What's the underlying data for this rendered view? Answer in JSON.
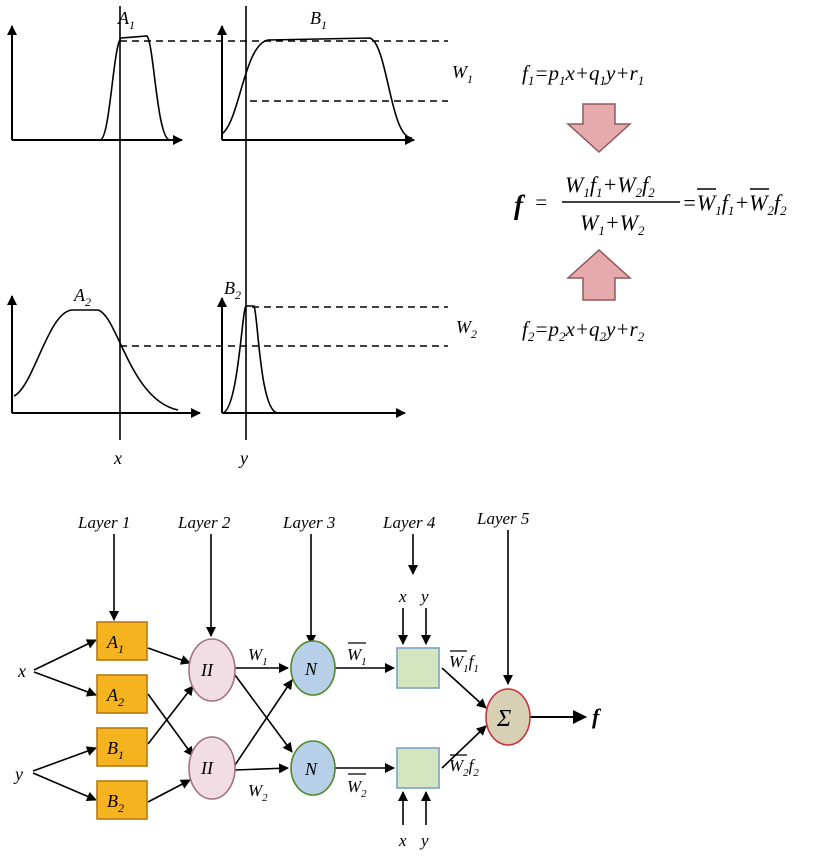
{
  "membership": {
    "a1_label": "A",
    "a1_sub": "1",
    "b1_label": "B",
    "b1_sub": "1",
    "a2_label": "A",
    "a2_sub": "2",
    "b2_label": "B",
    "b2_sub": "2",
    "w1_label": "W",
    "w1_sub": "1",
    "w2_label": "W",
    "w2_sub": "2",
    "x_label": "x",
    "y_label": "y"
  },
  "equations": {
    "f1": {
      "f": "f",
      "s1": "1",
      "eq": "=p",
      "s2": "1",
      "x": "x+q",
      "s3": "1",
      "y": "y+r",
      "s4": "1"
    },
    "f2": {
      "f": "f",
      "s1": "2",
      "eq": "=p",
      "s2": "2",
      "x": "x+q",
      "s3": "2",
      "y": "y+r",
      "s4": "2"
    },
    "combined": {
      "lhs": "f",
      "equals": "=",
      "num_w": "W",
      "num_s1": "1",
      "num_f": "f",
      "num_s2": "1",
      "num_plus": "+W",
      "num_s3": "2",
      "num_f2": "f",
      "num_s4": "2",
      "den_w": "W",
      "den_s1": "1",
      "den_plus": "+W",
      "den_s2": "2",
      "rhs_eq": "=",
      "rhs_w1": "W",
      "rhs_s1": "1",
      "rhs_f1": "f",
      "rhs_s2": "1",
      "rhs_plus": "+",
      "rhs_w2": "W",
      "rhs_s3": "2",
      "rhs_f2": "f",
      "rhs_s4": "2"
    },
    "arrow_color": "#e6aaac",
    "arrow_stroke": "#8e5a5c"
  },
  "network": {
    "layers": [
      "Layer 1",
      "Layer 2",
      "Layer 3",
      "Layer 4",
      "Layer 5"
    ],
    "inputs": {
      "x": "x",
      "y": "y"
    },
    "layer1_nodes": [
      {
        "name": "A",
        "sub": "1"
      },
      {
        "name": "A",
        "sub": "2"
      },
      {
        "name": "B",
        "sub": "1"
      },
      {
        "name": "B",
        "sub": "2"
      }
    ],
    "layer2_symbol": "II",
    "layer3_symbol": "N",
    "layer5_symbol": "Σ",
    "w_label": "W",
    "w1_sub": "1",
    "w2_sub": "2",
    "wbar1": {
      "w": "W",
      "sub": "1"
    },
    "wbar2": {
      "w": "W",
      "sub": "2"
    },
    "out1": {
      "w": "W",
      "s1": "1",
      "f": "f",
      "s2": "1"
    },
    "out2": {
      "w": "W",
      "s1": "2",
      "f": "f",
      "s2": "2"
    },
    "layer4_inputs": {
      "x": "x",
      "y": "y"
    },
    "output": "f",
    "colors": {
      "layer1_fill": "#f5b31f",
      "layer1_stroke": "#b87912",
      "layer2_fill": "#f2dde4",
      "layer2_stroke": "#a0727e",
      "layer3_fill": "#b7cfe9",
      "layer3_stroke": "#4f8a2a",
      "layer4_fill": "#d4e5c0",
      "layer4_stroke": "#7aa2c6",
      "layer5_fill": "#d7d0b4",
      "layer5_stroke": "#c8323a"
    }
  }
}
